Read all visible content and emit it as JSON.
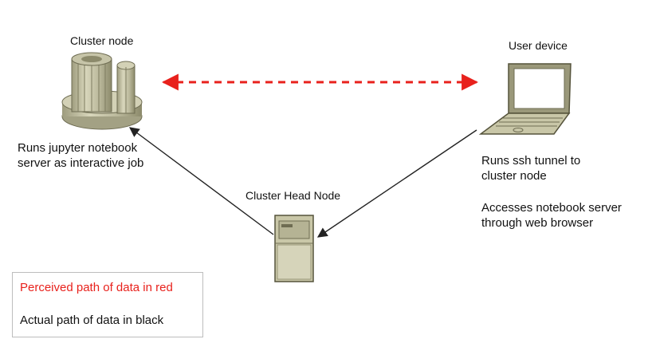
{
  "nodes": {
    "cluster_node": {
      "label": "Cluster node",
      "note": "Runs jupyter notebook server as interactive job"
    },
    "user_device": {
      "label": "User device",
      "note_1": "Runs ssh tunnel to cluster node",
      "note_2": "Accesses notebook server through web browser"
    },
    "head_node": {
      "label": "Cluster Head Node"
    }
  },
  "legend": {
    "perceived": "Perceived path of data in red",
    "actual": "Actual path of data in black"
  },
  "colors": {
    "perceived_path": "#e8211c",
    "actual_path": "#222222",
    "device_fill": "#c9c7a8",
    "device_dark": "#8c8a6b"
  },
  "icons": {
    "cluster_node": "cluster-server-icon",
    "user_device": "laptop-icon",
    "head_node": "tower-server-icon"
  }
}
